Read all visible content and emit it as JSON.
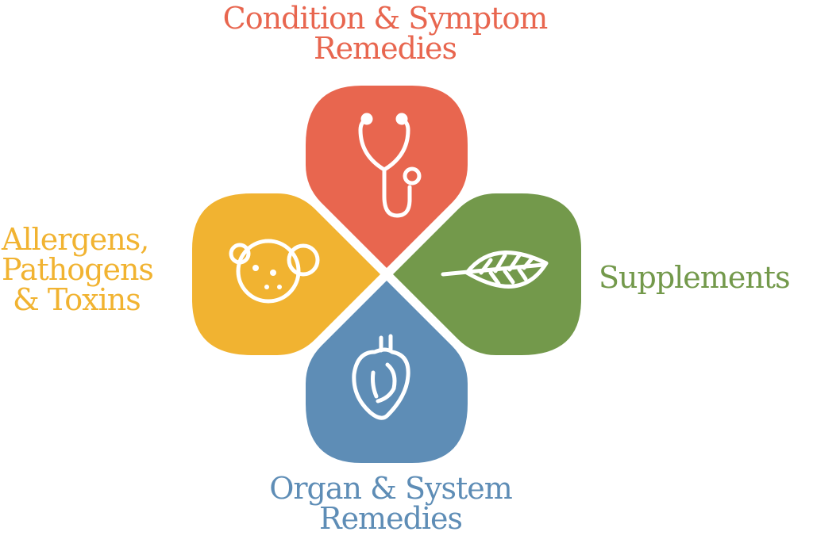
{
  "colors": {
    "condition": "#E8664F",
    "allergens": "#F1B331",
    "supplements": "#73994B",
    "organ": "#5E8DB6",
    "icon": "#ffffff"
  },
  "categories": {
    "condition": {
      "line1": "Condition & Symptom",
      "line2": "Remedies",
      "icon": "stethoscope-icon"
    },
    "allergens": {
      "line1": "Allergens,",
      "line2": "Pathogens",
      "line3": "& Toxins",
      "icon": "virus-icon"
    },
    "supplements": {
      "line1": "Supplements",
      "icon": "leaf-icon"
    },
    "organ": {
      "line1": "Organ & System",
      "line2": "Remedies",
      "icon": "heart-icon"
    }
  }
}
